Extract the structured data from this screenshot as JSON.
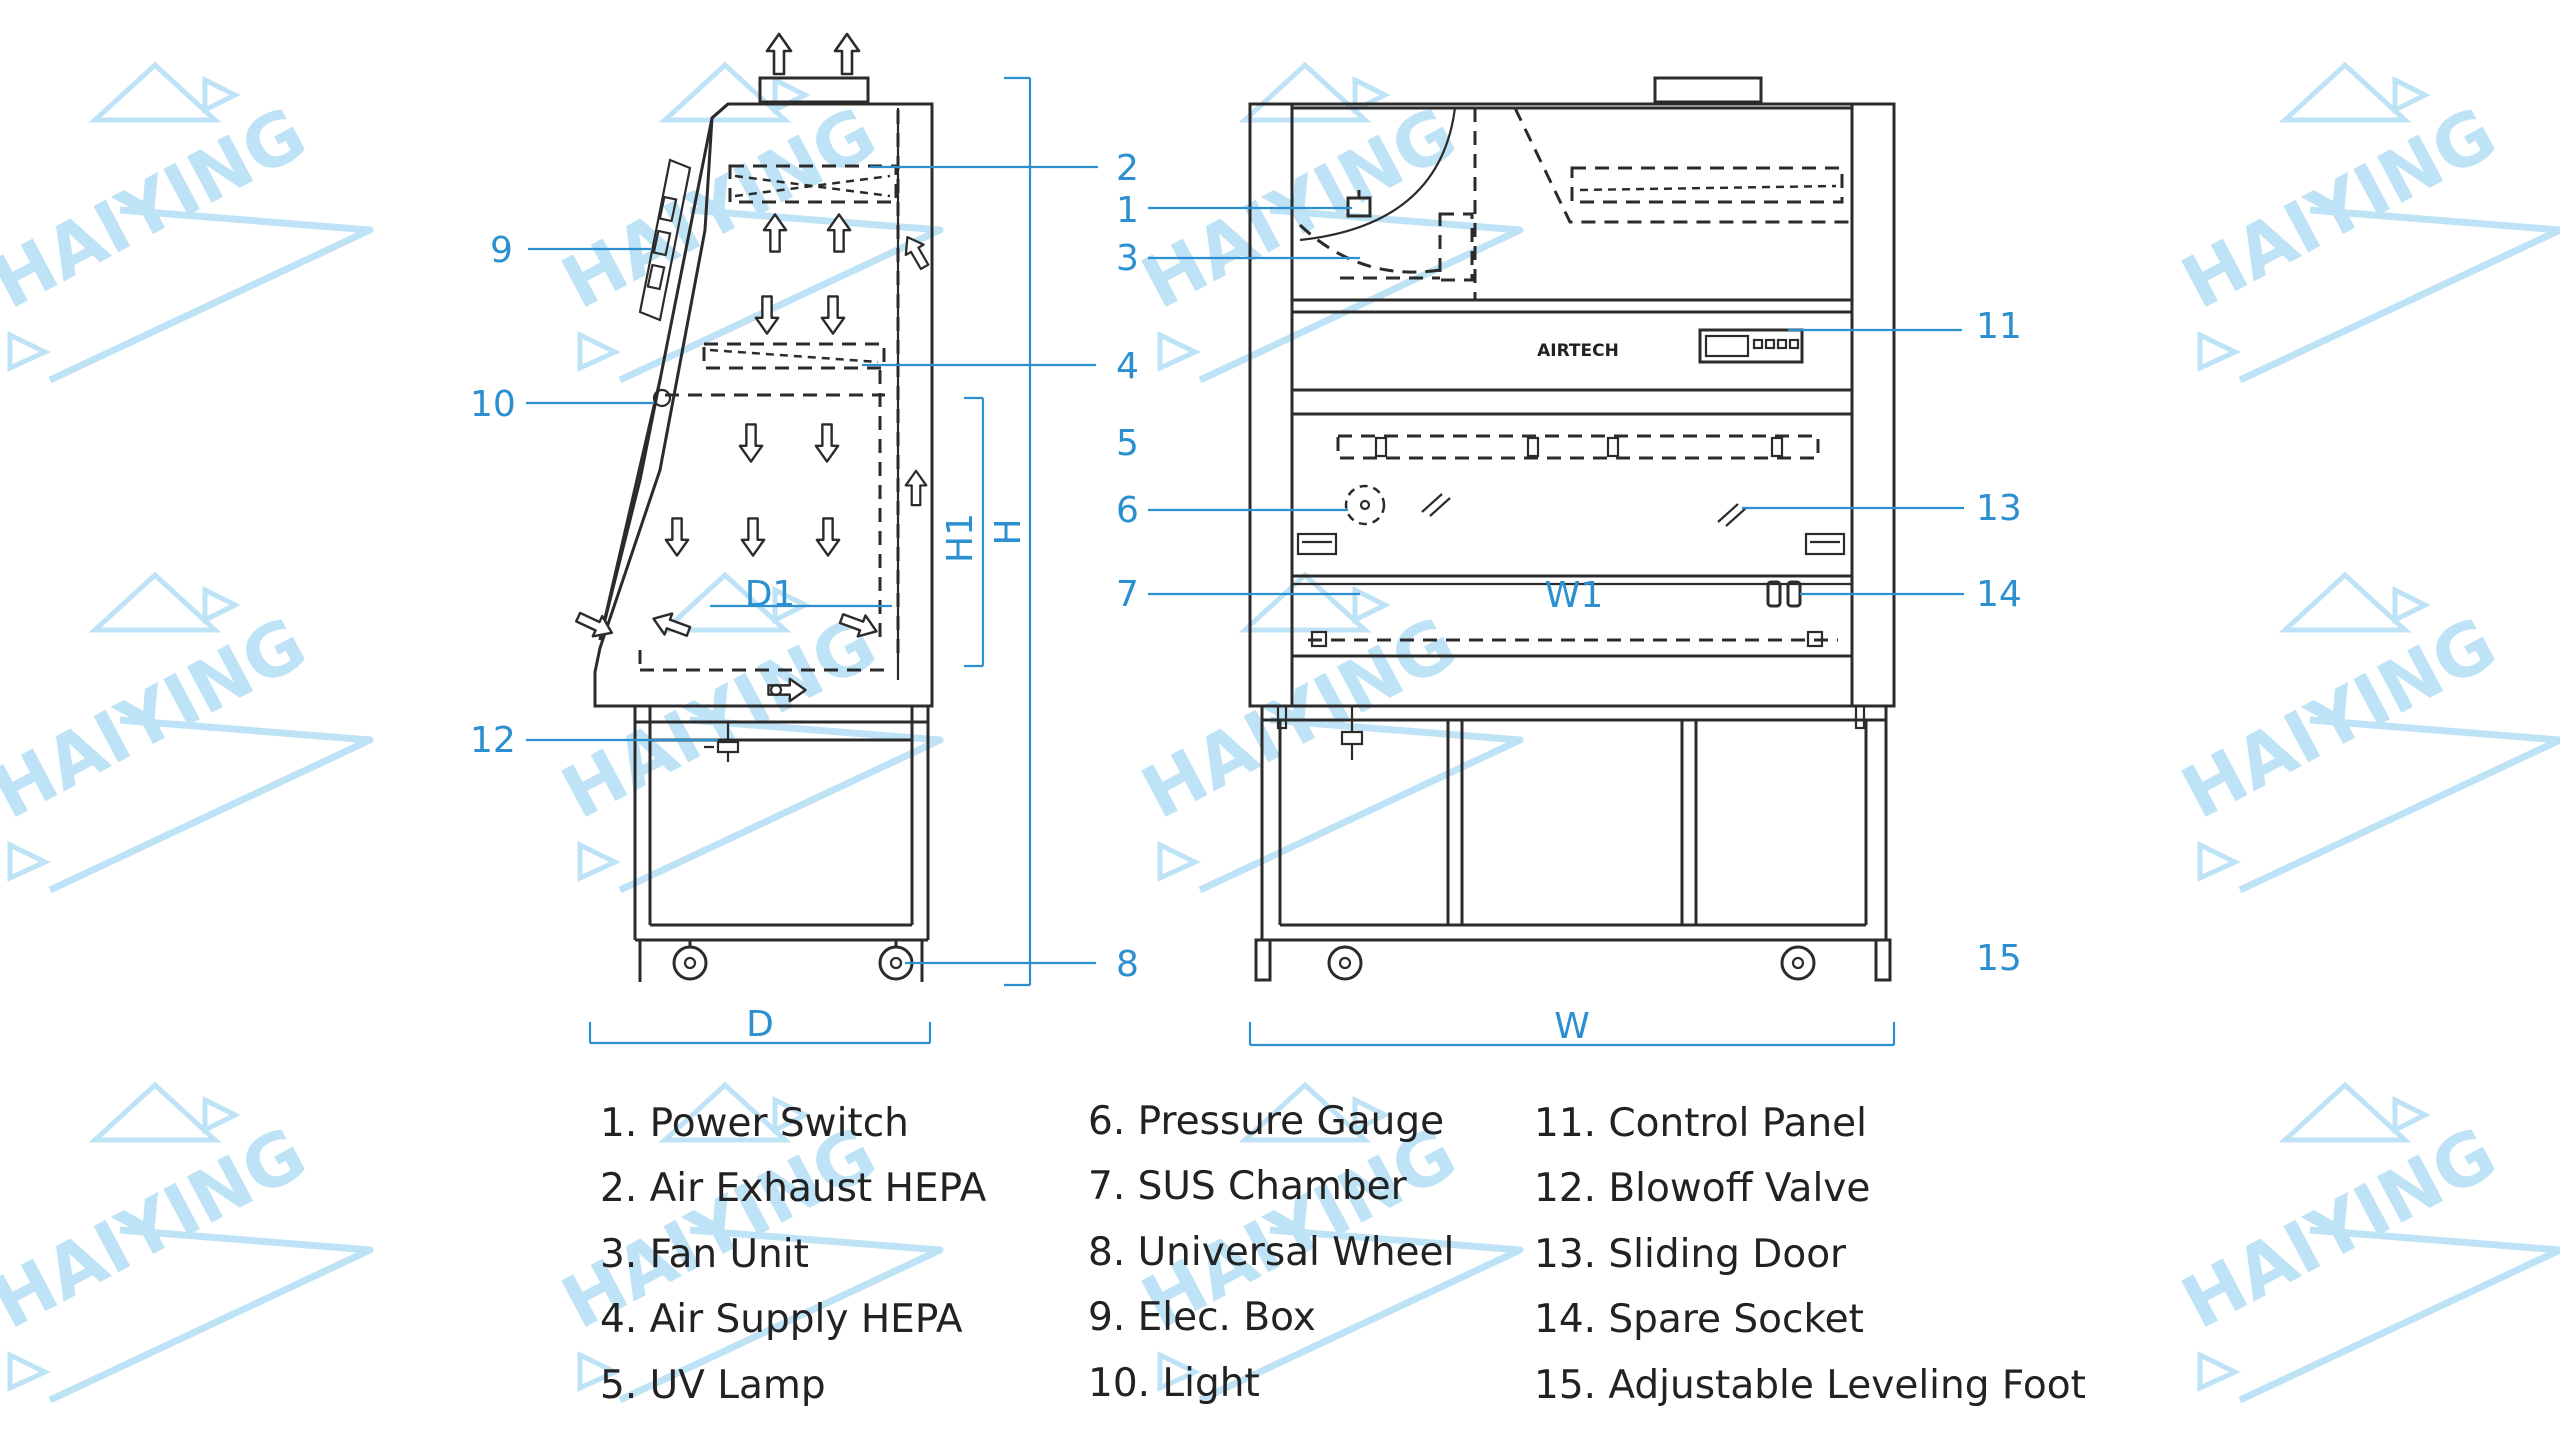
{
  "watermark": {
    "text": "HAIYING",
    "color": "#bfe3f6"
  },
  "colors": {
    "accent": "#2b8fd0",
    "line": "#2b2b2b",
    "text": "#222222"
  },
  "side_view": {
    "callouts": [
      "2",
      "1",
      "3",
      "4",
      "5",
      "6",
      "7",
      "8",
      "9",
      "10",
      "12"
    ],
    "dimensions": {
      "height": "H",
      "inner_height": "H1",
      "depth": "D",
      "inner_depth": "D1"
    }
  },
  "front_view": {
    "brand": "AIRTECH",
    "callouts": [
      "11",
      "13",
      "14",
      "15"
    ],
    "dimensions": {
      "width": "W",
      "inner_width": "W1"
    }
  },
  "legend": {
    "columns": [
      [
        "1. Power Switch",
        "2. Air Exhaust HEPA",
        "3. Fan Unit",
        "4. Air Supply HEPA",
        "5. UV Lamp"
      ],
      [
        "6. Pressure Gauge",
        "7. SUS Chamber",
        "8. Universal Wheel",
        "9. Elec. Box",
        "10. Light"
      ],
      [
        "11. Control Panel",
        "12. Blowoff Valve",
        "13. Sliding Door",
        "14. Spare Socket",
        "15. Adjustable Leveling Foot"
      ]
    ]
  }
}
